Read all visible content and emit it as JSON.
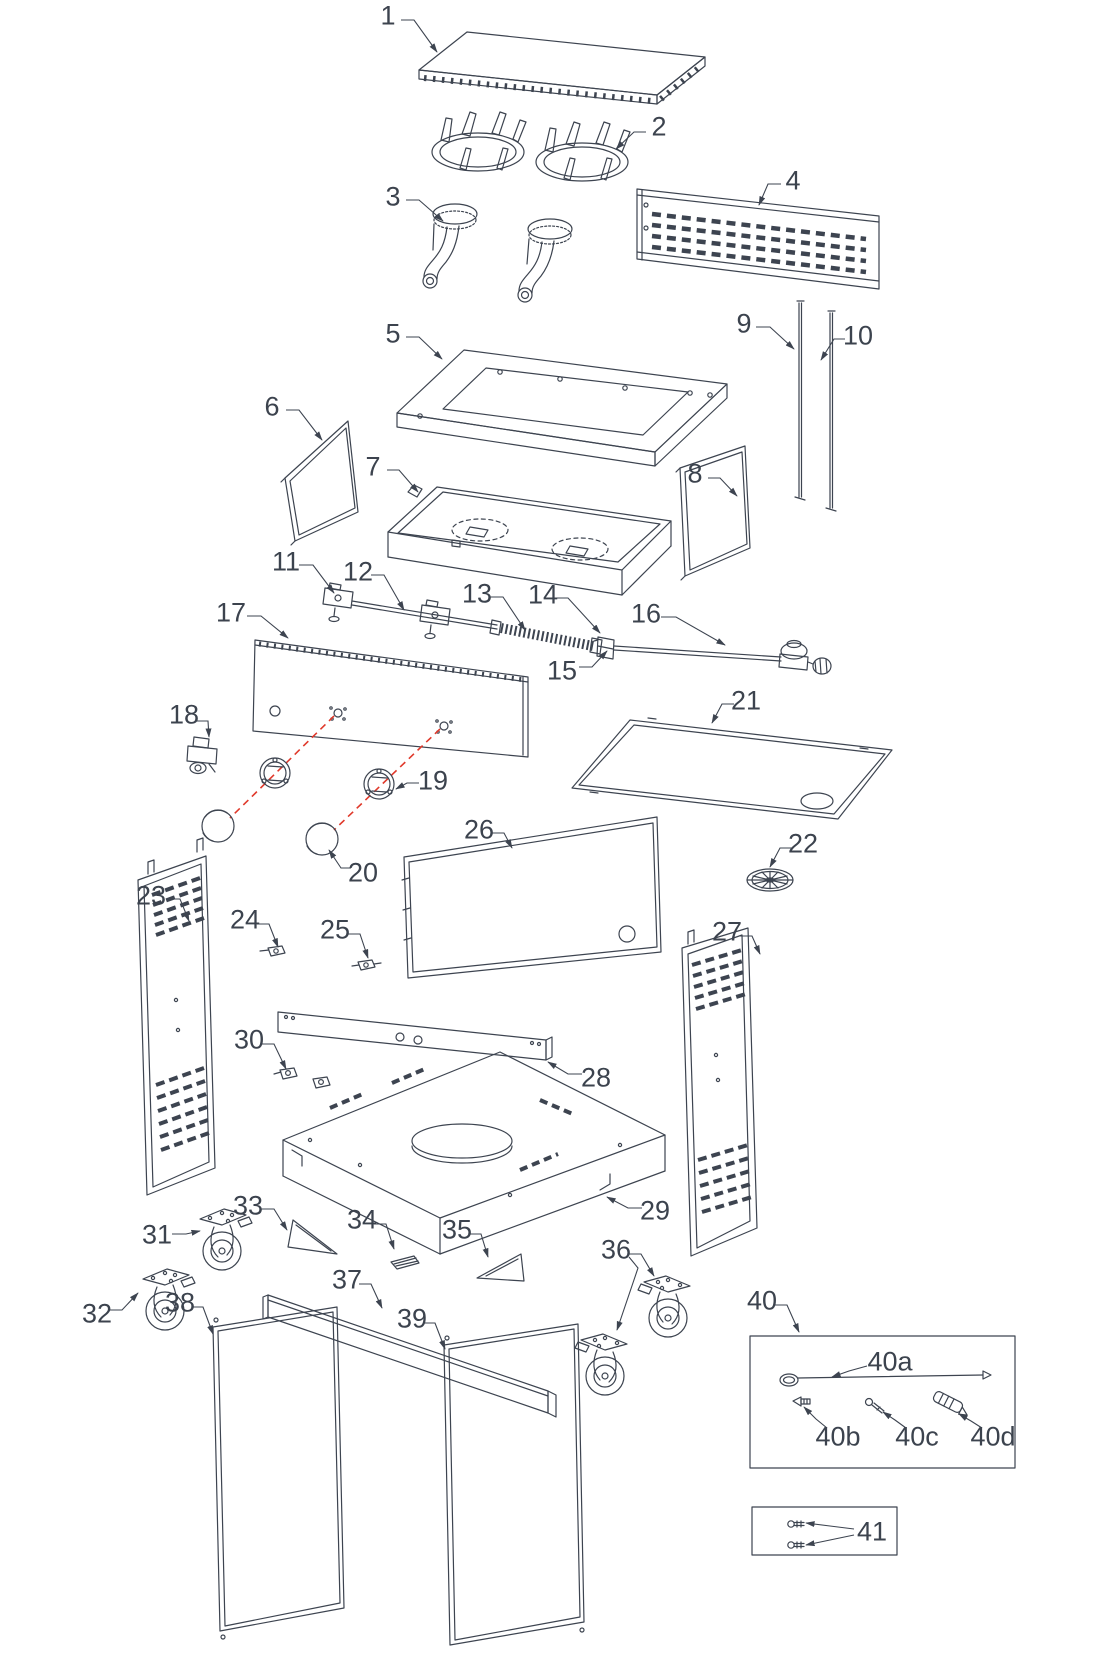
{
  "diagram": {
    "kind": "exploded-parts-diagram",
    "colors": {
      "line": "#3d4450",
      "label_text": "#3c434e",
      "alignment_dash": "#e0392b",
      "background": "#ffffff"
    }
  },
  "labels": {
    "p1": "1",
    "p2": "2",
    "p3": "3",
    "p4": "4",
    "p5": "5",
    "p6": "6",
    "p7": "7",
    "p8": "8",
    "p9": "9",
    "p10": "10",
    "p11": "11",
    "p12": "12",
    "p13": "13",
    "p14": "14",
    "p15": "15",
    "p16": "16",
    "p17": "17",
    "p18": "18",
    "p19": "19",
    "p20": "20",
    "p21": "21",
    "p22": "22",
    "p23": "23",
    "p24": "24",
    "p25": "25",
    "p26": "26",
    "p27": "27",
    "p28": "28",
    "p29": "29",
    "p30": "30",
    "p31": "31",
    "p32": "32",
    "p33": "33",
    "p34": "34",
    "p35": "35",
    "p36": "36",
    "p37": "37",
    "p38": "38",
    "p39": "39",
    "p40": "40",
    "p40a": "40a",
    "p40b": "40b",
    "p40c": "40c",
    "p40d": "40d",
    "p41": "41"
  }
}
